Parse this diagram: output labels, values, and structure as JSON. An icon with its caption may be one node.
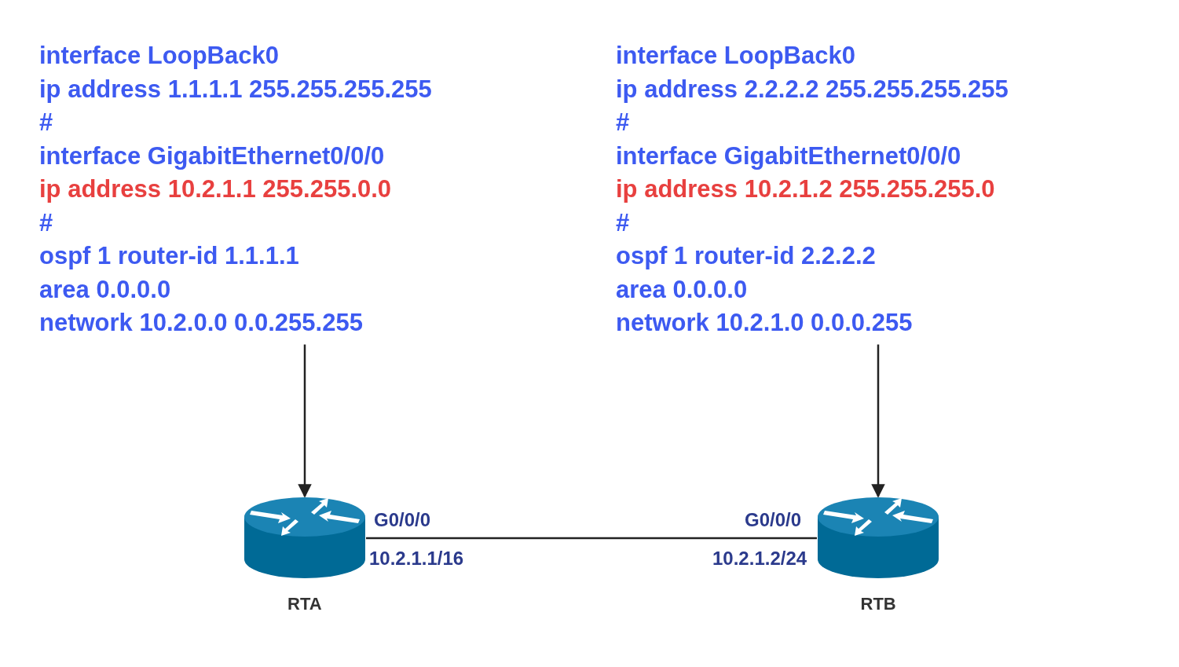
{
  "diagram": {
    "nodes": [
      {
        "text": [
          "interface LoopBack0",
          "ip address 1.1.1.1 255.255.255.255",
          "#",
          "interface GigabitEthernet0/0/0",
          "ip address 10.2.1.1 255.255.0.0",
          "#",
          "ospf 1 router-id 1.1.1.1",
          "area 0.0.0.0",
          "network 10.2.0.0 0.0.255.255"
        ]
      },
      {
        "text": [
          "interface LoopBack0",
          "ip address 2.2.2.2 255.255.255.255",
          "#",
          "interface GigabitEthernet0/0/0",
          "ip address 10.2.1.2 255.255.255.0",
          "#",
          "ospf 1 router-id 2.2.2.2",
          "area 0.0.0.0",
          "network 10.2.1.0 0.0.0.255"
        ]
      },
      {
        "text": [],
        "shape": "cylinder",
        "beside": [
          "RTA"
        ]
      },
      {
        "text": [],
        "shape": "cylinder",
        "beside": [
          "RTB"
        ]
      }
    ],
    "edges": [
      {
        "from": 0,
        "to": 2,
        "arrow": "to"
      },
      {
        "from": 1,
        "to": 3,
        "arrow": "to"
      },
      {
        "from": 2,
        "to": 3,
        "arrow": "none"
      }
    ],
    "labels": [
      "G0/0/0",
      "G0/0/0",
      "10.2.1.1/16",
      "10.2.1.2/24"
    ]
  }
}
